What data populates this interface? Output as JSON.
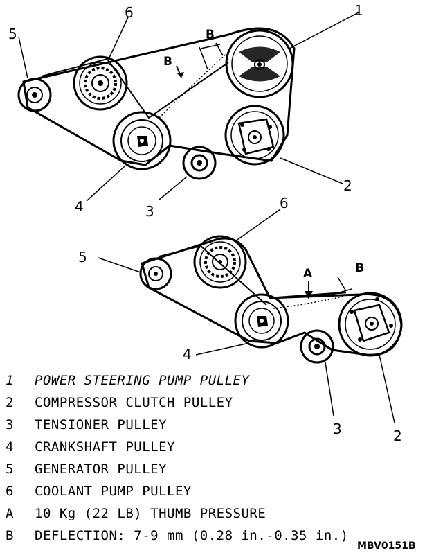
{
  "top_diagram": {
    "callouts": {
      "n1": "1",
      "n2": "2",
      "n3": "3",
      "n4": "4",
      "n5": "5",
      "n6": "6",
      "a_or_b_left": "B",
      "b_right": "B"
    }
  },
  "bottom_diagram": {
    "callouts": {
      "n2": "2",
      "n3": "3",
      "n4": "4",
      "n5": "5",
      "n6": "6",
      "a": "A",
      "b": "B"
    }
  },
  "legend": [
    {
      "key": "1",
      "text": "POWER STEERING PUMP PULLEY"
    },
    {
      "key": "2",
      "text": "COMPRESSOR CLUTCH PULLEY"
    },
    {
      "key": "3",
      "text": "TENSIONER PULLEY"
    },
    {
      "key": "4",
      "text": "CRANKSHAFT PULLEY"
    },
    {
      "key": "5",
      "text": "GENERATOR PULLEY"
    },
    {
      "key": "6",
      "text": "COOLANT PUMP PULLEY"
    },
    {
      "key": "A",
      "text": "10 Kg (22 LB) THUMB PRESSURE"
    },
    {
      "key": "B",
      "text": "DEFLECTION: 7-9 mm (0.28 in.-0.35 in.)"
    }
  ],
  "figure_code": "MBV0151B"
}
